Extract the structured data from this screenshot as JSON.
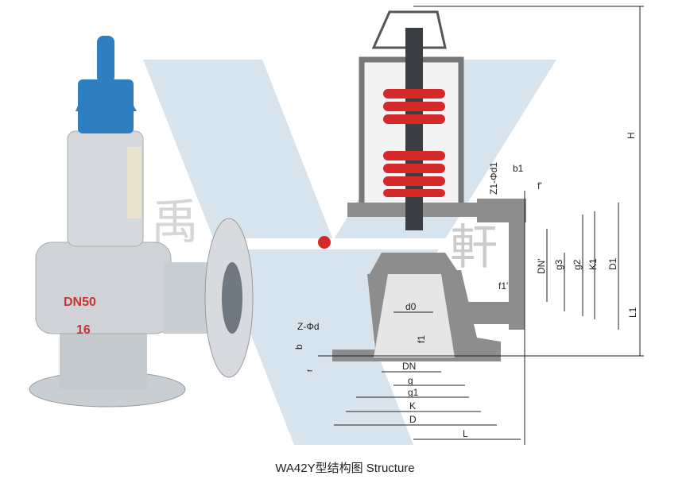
{
  "caption": "WA42Y型结构图 Structure",
  "product_photo": {
    "marking_size": "DN50",
    "marking_pressure": "16"
  },
  "watermark": {
    "left_char": "禹",
    "right_char": "軒"
  },
  "dimensions": {
    "H": "H",
    "b1": "b1",
    "f_prime": "f'",
    "Z1_d1": "Z1-Φd1",
    "DN_prime": "DN'",
    "g3": "g3",
    "g2": "g2",
    "K1": "K1",
    "D1": "D1",
    "L1": "L1",
    "f1_prime": "f1'",
    "d0": "d0",
    "Z_d": "Z-Φd",
    "b": "b",
    "f": "f",
    "f1": "f1",
    "DN": "DN",
    "g": "g",
    "g1": "g1",
    "K": "K",
    "D": "D",
    "L": "L"
  },
  "colors": {
    "spring": "#d62a2a",
    "cap": "#2f7fc0",
    "body": "#8a8a8a",
    "watermark": "#b9cfe0"
  }
}
